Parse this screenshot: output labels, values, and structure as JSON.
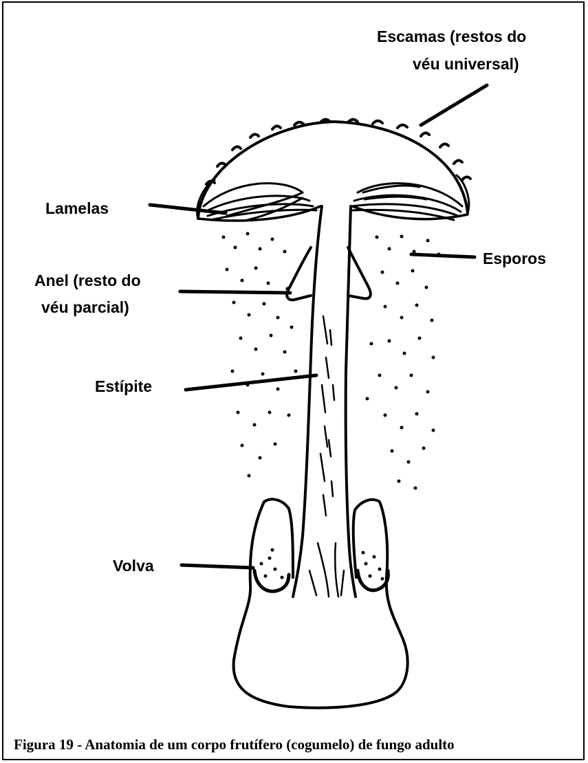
{
  "labels": {
    "escamas_line1": "Escamas (restos do",
    "escamas_line2": "véu universal)",
    "lamelas": "Lamelas",
    "esporos": "Esporos",
    "anel_line1": "Anel (resto do",
    "anel_line2": "véu parcial)",
    "estipite": "Estípite",
    "volva": "Volva"
  },
  "caption": "Figura 19 - Anatomia de um corpo frutífero (cogumelo) de fungo adulto"
}
